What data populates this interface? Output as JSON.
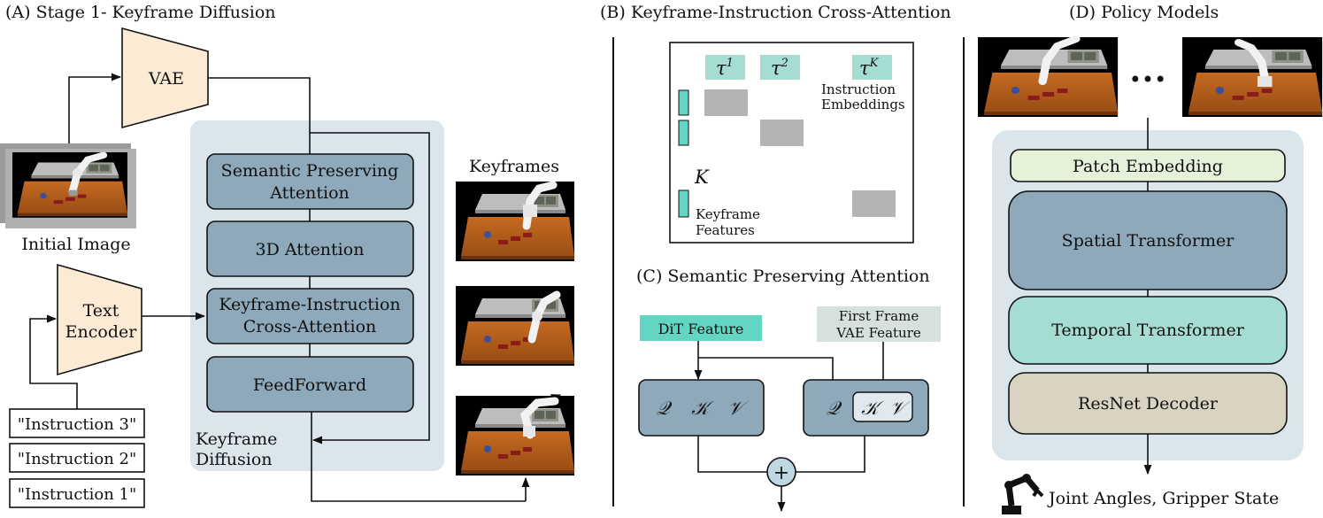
{
  "panel_a": {
    "title": "(A) Stage 1- Keyframe Diffusion",
    "vae": "VAE",
    "text_encoder": [
      "Text",
      "Encoder"
    ],
    "initial_image": "Initial Image",
    "instructions": [
      "\"Instruction 3\"",
      "\"Instruction 2\"",
      "\"Instruction 1\""
    ],
    "blocks": {
      "semantic": [
        "Semantic Preserving",
        "Attention"
      ],
      "attention3d": "3D Attention",
      "cross": [
        "Keyframe-Instruction",
        "Cross-Attention"
      ],
      "feedforward": "FeedForward"
    },
    "diffusion_label": [
      "Keyframe",
      "Diffusion"
    ],
    "keyframes_label": "Keyframes"
  },
  "panel_b": {
    "title": "(B) Keyframe-Instruction Cross-Attention",
    "tau_labels": [
      "τ",
      "τ",
      "τ"
    ],
    "tau_superscripts": [
      "1",
      "2",
      "K"
    ],
    "instruction_embeddings": [
      "Instruction",
      "Embeddings"
    ],
    "k_label": "K",
    "keyframe_features": [
      "Keyframe",
      "Features"
    ]
  },
  "panel_c": {
    "title": "(C) Semantic Preserving Attention",
    "dit_feature": "DiT Feature",
    "first_frame": [
      "First Frame",
      "VAE Feature"
    ],
    "qkv_left": [
      "𝒬",
      "𝒦",
      "𝒱"
    ],
    "qkv_right": [
      "𝒬",
      "𝒦",
      "𝒱"
    ],
    "plus": "+"
  },
  "panel_d": {
    "title": "(D) Policy Models",
    "ellipsis": "•••",
    "patch_embedding": "Patch Embedding",
    "spatial": "Spatial Transformer",
    "temporal": "Temporal Transformer",
    "resnet": "ResNet Decoder",
    "output": "Joint Angles, Gripper State"
  },
  "colors": {
    "block_blue": "#8ea9b9",
    "panel_bg": "#dbe6ec",
    "vae_fill": "#fcebd4",
    "teal": "#62d6c2",
    "teal_light": "#a6ddd2",
    "patch_green": "#e6f1da",
    "resnet_tan": "#d9d4c2",
    "gray_cell": "#b4b4b4",
    "vae_feature_bg": "#d6e0dc"
  }
}
